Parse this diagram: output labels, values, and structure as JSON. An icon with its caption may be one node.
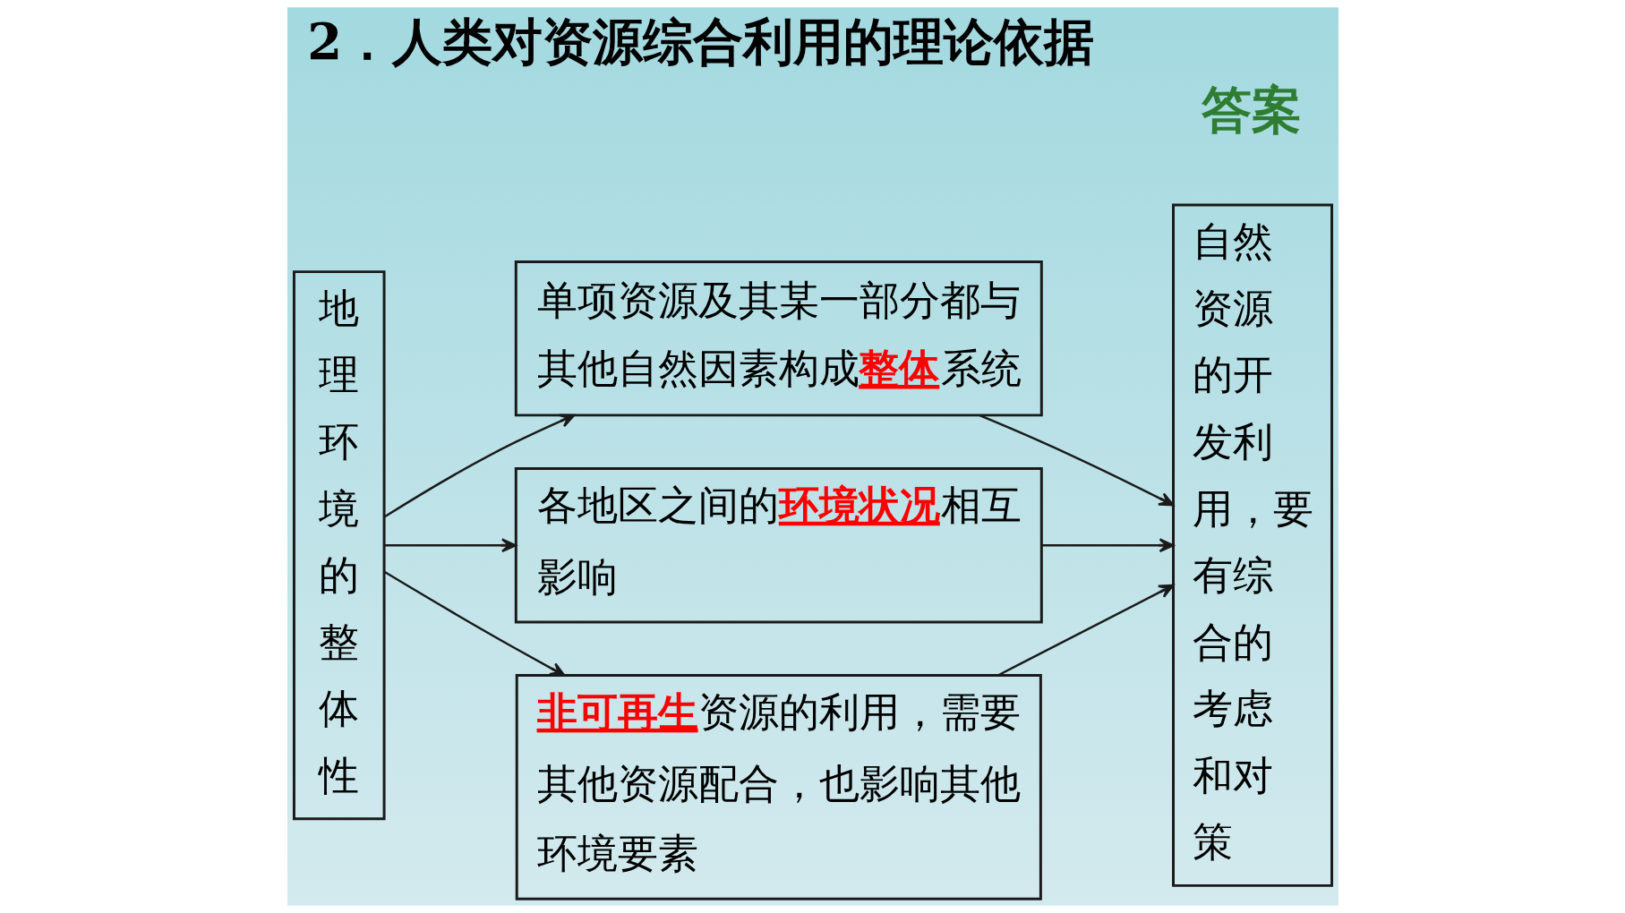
{
  "diagram": {
    "title": "2．人类对资源综合利用的理论依据",
    "nodes": [
      {
        "text": [
          "地理环境的整体性"
        ]
      },
      {
        "text": [
          "单项资源及其某一部分都与其他自然因素构成**整体**系统"
        ]
      },
      {
        "text": [
          "各地区之间的**环境状况**相互影响"
        ]
      },
      {
        "text": [
          "**非可再生**资源的利用，需要其他资源配合，也影响其他环境要素"
        ]
      },
      {
        "text": [
          "自然资源的开发利用，要有综合的考虑和对策"
        ]
      }
    ],
    "edges": [
      {
        "from": 0,
        "to": 1,
        "arrow": "to"
      },
      {
        "from": 0,
        "to": 2,
        "arrow": "to"
      },
      {
        "from": 0,
        "to": 3,
        "arrow": "to"
      },
      {
        "from": 1,
        "to": 4,
        "arrow": "to"
      },
      {
        "from": 2,
        "to": 4,
        "arrow": "to"
      },
      {
        "from": 3,
        "to": 4,
        "arrow": "to"
      }
    ],
    "labels": [
      "答案"
    ]
  }
}
